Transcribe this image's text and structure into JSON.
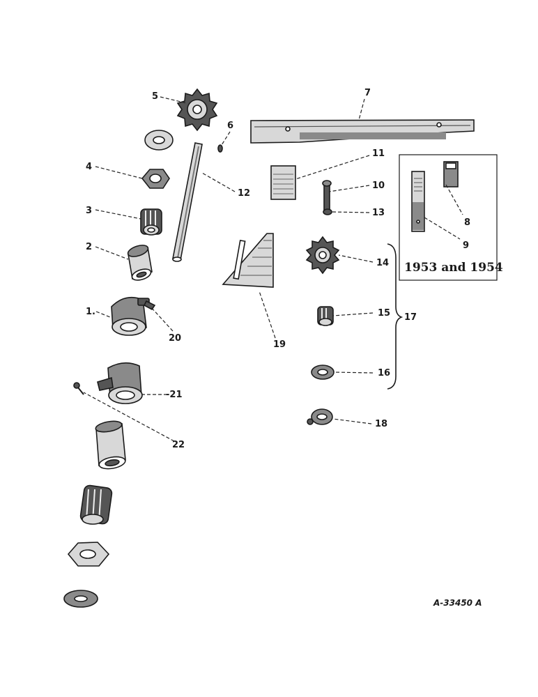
{
  "callouts": [
    {
      "id": "c1",
      "label": "1."
    },
    {
      "id": "c2",
      "label": "2"
    },
    {
      "id": "c3",
      "label": "3"
    },
    {
      "id": "c4",
      "label": "4"
    },
    {
      "id": "c5",
      "label": "5"
    },
    {
      "id": "c6",
      "label": "6"
    },
    {
      "id": "c7",
      "label": "7"
    },
    {
      "id": "c8",
      "label": "8"
    },
    {
      "id": "c9",
      "label": "9"
    },
    {
      "id": "c10",
      "label": "10"
    },
    {
      "id": "c11",
      "label": "11"
    },
    {
      "id": "c12",
      "label": "12"
    },
    {
      "id": "c13",
      "label": "13"
    },
    {
      "id": "c14",
      "label": "14"
    },
    {
      "id": "c15",
      "label": "15"
    },
    {
      "id": "c16",
      "label": "16"
    },
    {
      "id": "c17",
      "label": "17"
    },
    {
      "id": "c18",
      "label": "18"
    },
    {
      "id": "c19",
      "label": "19"
    },
    {
      "id": "c20",
      "label": "20"
    },
    {
      "id": "c21",
      "label": "-21"
    },
    {
      "id": "c22",
      "label": "22"
    }
  ],
  "inset": {
    "caption": "1953 and 1954"
  },
  "figure_id": "A-33450 A"
}
